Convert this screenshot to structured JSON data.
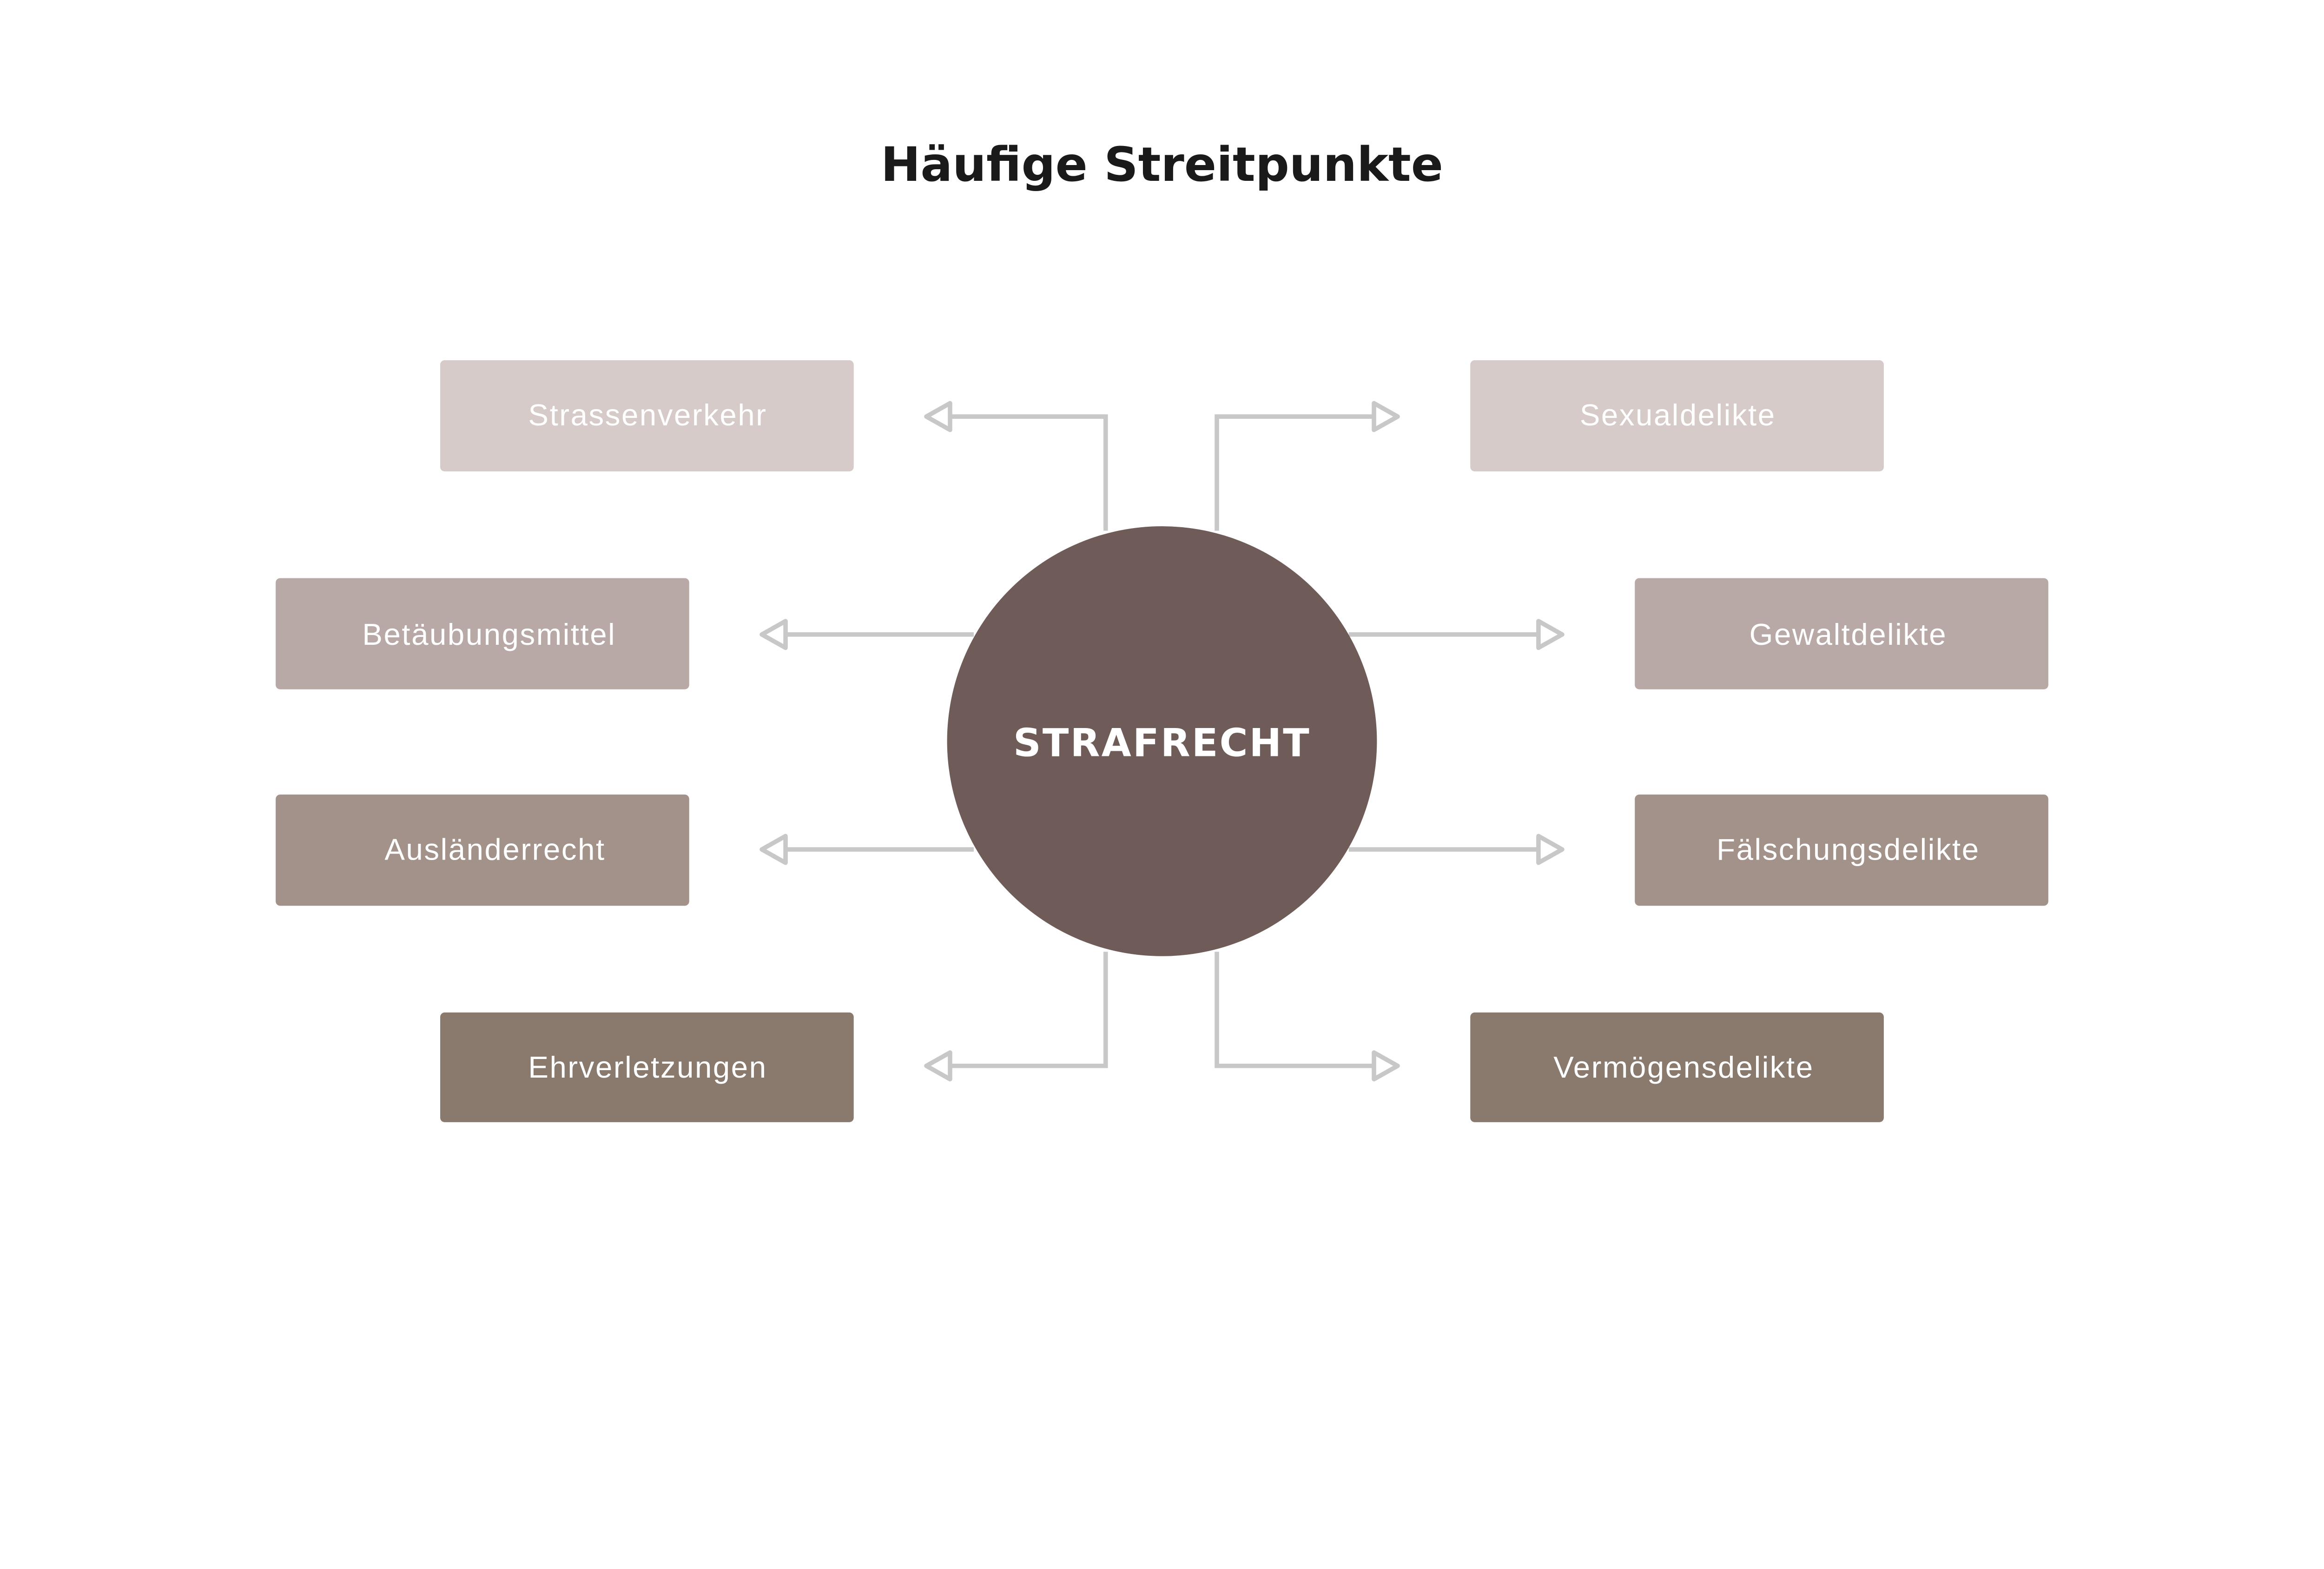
{
  "title": "Häufige Streitpunkte",
  "center": {
    "label": "STRAFRECHT",
    "color": "#6f5c58"
  },
  "left": [
    {
      "label": "Strassenverkehr",
      "color": "#d6cbc8"
    },
    {
      "label": "Betäubungsmittel",
      "color": "#b8a9a6"
    },
    {
      "label": "Ausländerrecht",
      "color": "#a39289"
    },
    {
      "label": "Ehrverletzungen",
      "color": "#8a7a6e"
    }
  ],
  "right": [
    {
      "label": "Sexualdelikte",
      "color": "#d6cbc8"
    },
    {
      "label": "Gewaltdelikte",
      "color": "#b8a9a6"
    },
    {
      "label": "Fälschungsdelikte",
      "color": "#a39289"
    },
    {
      "label": "Vermögensdelikte",
      "color": "#8a7a6e"
    }
  ],
  "connector_color": "#c8c8c8"
}
